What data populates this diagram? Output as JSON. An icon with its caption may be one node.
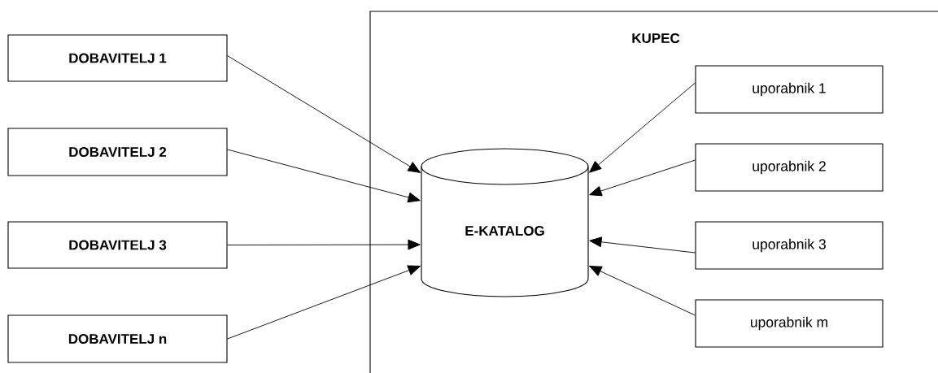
{
  "diagram": {
    "nodes": [
      {
        "text": [
          "DOBAVITELJ 1"
        ]
      },
      {
        "text": [
          "DOBAVITELJ 2"
        ]
      },
      {
        "text": [
          "DOBAVITELJ 3"
        ]
      },
      {
        "text": [
          "DOBAVITELJ n"
        ]
      },
      {
        "text": [
          "KUPEC"
        ]
      },
      {
        "text": [
          "E-KATALOG"
        ],
        "in": 4
      },
      {
        "text": [
          "uporabnik 1"
        ],
        "in": 4
      },
      {
        "text": [
          "uporabnik 2"
        ],
        "in": 4
      },
      {
        "text": [
          "uporabnik 3"
        ],
        "in": 4
      },
      {
        "text": [
          "uporabnik m"
        ],
        "in": 4
      }
    ],
    "edges": [
      {
        "from": 0,
        "to": 5,
        "arrow": "to"
      },
      {
        "from": 1,
        "to": 5,
        "arrow": "to"
      },
      {
        "from": 2,
        "to": 5,
        "arrow": "to"
      },
      {
        "from": 3,
        "to": 5,
        "arrow": "to"
      },
      {
        "from": 6,
        "to": 5,
        "arrow": "to"
      },
      {
        "from": 7,
        "to": 5,
        "arrow": "to"
      },
      {
        "from": 8,
        "to": 5,
        "arrow": "to"
      },
      {
        "from": 9,
        "to": 5,
        "arrow": "to"
      }
    ]
  }
}
